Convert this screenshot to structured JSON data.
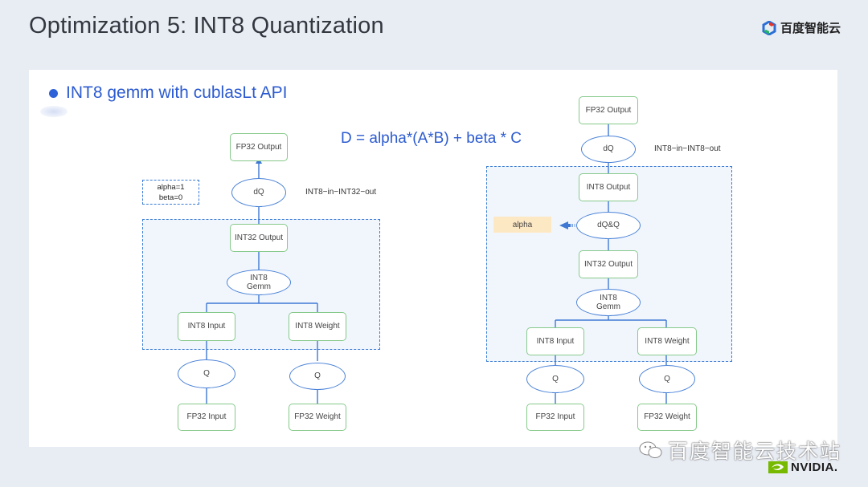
{
  "header": {
    "title": "Optimization 5: INT8 Quantization",
    "brand": "百度智能云"
  },
  "slide": {
    "subtitle": "INT8 gemm with cublasLt API",
    "formula": "D = alpha*(A*B) + beta * C"
  },
  "left_diagram": {
    "params_line1": "alpha=1",
    "params_line2": "beta=0",
    "mode_label": "INT8−in−INT32−out",
    "fp32_output": "FP32 Output",
    "dq": "dQ",
    "int32_output": "INT32 Output",
    "gemm_line1": "INT8",
    "gemm_line2": "Gemm",
    "int8_input": "INT8 Input",
    "int8_weight": "INT8 Weight",
    "q_input": "Q",
    "q_weight": "Q",
    "fp32_input": "FP32 Input",
    "fp32_weight": "FP32 Weight"
  },
  "right_diagram": {
    "mode_label": "INT8−in−INT8−out",
    "fp32_output": "FP32 Output",
    "dq": "dQ",
    "int8_output": "INT8 Output",
    "alpha_label": "alpha",
    "dqq": "dQ&Q",
    "int32_output": "INT32 Output",
    "gemm_line1": "INT8",
    "gemm_line2": "Gemm",
    "int8_input": "INT8 Input",
    "int8_weight": "INT8 Weight",
    "q_input": "Q",
    "q_weight": "Q",
    "fp32_input": "FP32 Input",
    "fp32_weight": "FP32 Weight"
  },
  "footer": {
    "watermark": "百度智能云技术站",
    "nvidia": "NVIDIA."
  },
  "colors": {
    "accent": "#2c5bd0",
    "node_border": "#86c98a",
    "oval_border": "#4a82d8",
    "dashed": "#3a7bd5",
    "alpha_fill": "#fde8c4"
  },
  "icons": [
    "baidu-cloud-logo-icon",
    "wechat-icon",
    "nvidia-eye-icon"
  ]
}
